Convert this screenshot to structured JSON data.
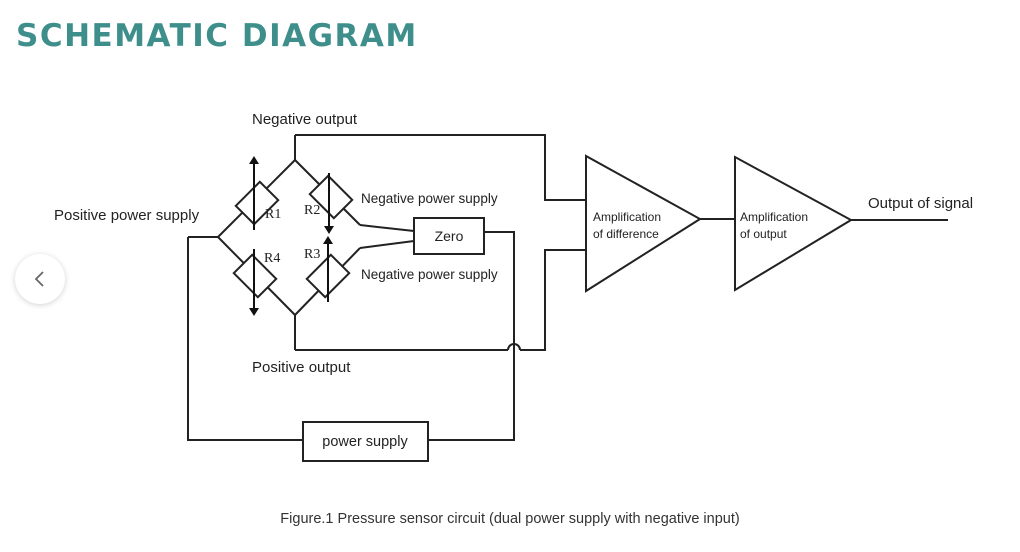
{
  "page": {
    "title": "SCHEMATIC DIAGRAM",
    "caption": "Figure.1 Pressure sensor circuit (dual power supply with negative input)"
  },
  "nav": {
    "prev_icon": "chevron-left-icon"
  },
  "diagram": {
    "labels": {
      "negative_output": "Negative output",
      "positive_output": "Positive output",
      "positive_power_supply": "Positive power supply",
      "negative_power_supply_top": "Negative power supply",
      "negative_power_supply_bottom": "Negative power supply",
      "output_of_signal": "Output of signal"
    },
    "resistors": {
      "r1": "R1",
      "r2": "R2",
      "r3": "R3",
      "r4": "R4"
    },
    "boxes": {
      "zero": "Zero",
      "power_supply": "power supply"
    },
    "amplifiers": {
      "difference_line1": "Amplification",
      "difference_line2": "of difference",
      "output_line1": "Amplification",
      "output_line2": "of output"
    }
  },
  "colors": {
    "title": "#3e8f8b",
    "line": "#222222"
  }
}
